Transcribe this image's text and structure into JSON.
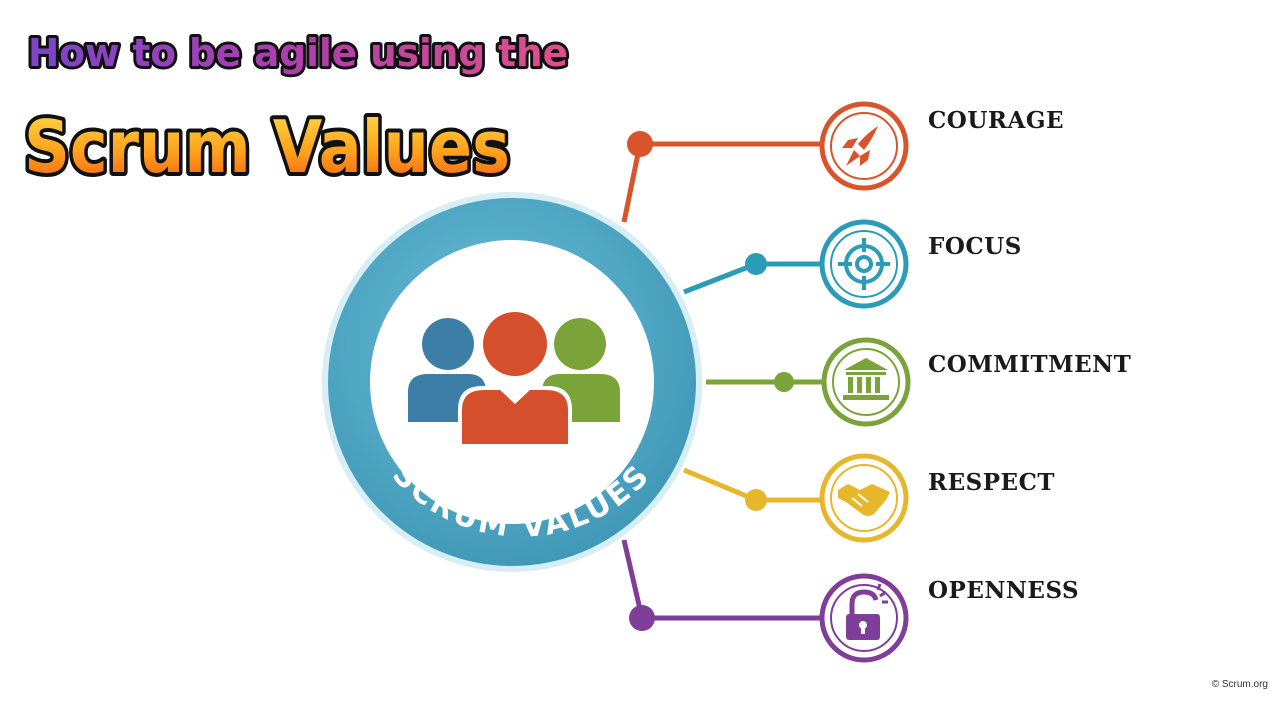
{
  "title": {
    "line1": "How to be agile using the",
    "line2": "Scrum Values"
  },
  "center_badge": {
    "ring_text": "SCRUM VALUES",
    "icon": "team-people-icon"
  },
  "values": [
    {
      "label": "COURAGE",
      "icon": "rocket-icon",
      "color": "#d9532b"
    },
    {
      "label": "FOCUS",
      "icon": "target-crosshair-icon",
      "color": "#2b9cb8"
    },
    {
      "label": "COMMITMENT",
      "icon": "pillared-building-icon",
      "color": "#7aa33a"
    },
    {
      "label": "RESPECT",
      "icon": "handshake-icon",
      "color": "#e8b62a"
    },
    {
      "label": "OPENNESS",
      "icon": "unlocked-padlock-icon",
      "color": "#7f3e98"
    }
  ],
  "colors": {
    "ring": "#4fa7c4",
    "person_left": "#3d7ea6",
    "person_center": "#d54f2c",
    "person_right": "#7aa33a"
  },
  "copyright": "© Scrum.org"
}
